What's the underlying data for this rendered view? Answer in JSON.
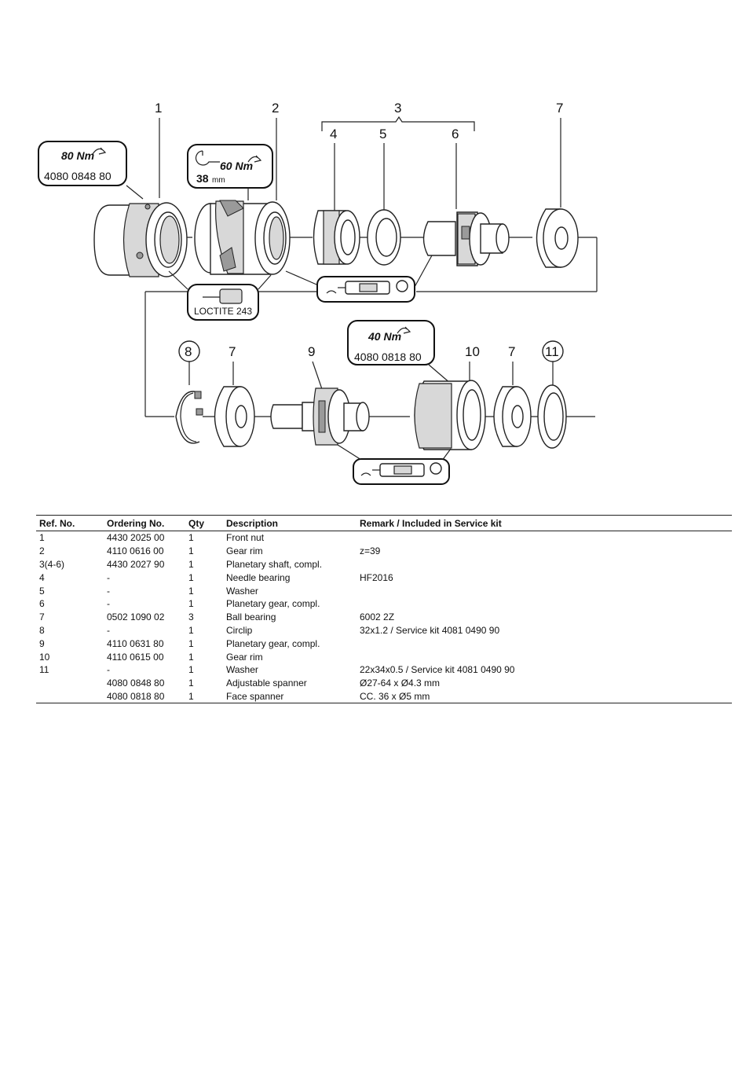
{
  "callouts": {
    "n1": "1",
    "n2": "2",
    "n3": "3",
    "n4": "4",
    "n5": "5",
    "n6": "6",
    "n7a": "7",
    "n8": "8",
    "n7b": "7",
    "n9": "9",
    "n10": "10",
    "n7c": "7",
    "n11": "11"
  },
  "torque_boxes": {
    "a": {
      "torque": "80 Nm",
      "tool": "4080 0848 80"
    },
    "b": {
      "torque": "60 Nm",
      "size": "38",
      "unit": "mm"
    },
    "c": {
      "torque": "40 Nm",
      "tool": "4080 0818 80"
    }
  },
  "loctite": {
    "label": "LOCTITE 243"
  },
  "colors": {
    "line": "#222222",
    "shade": "#d8d8d8",
    "table_rule": "#222222"
  },
  "icons": [
    "wrench-icon",
    "rotation-arrow-icon",
    "grease-gun-icon",
    "loctite-bottle-icon"
  ],
  "table": {
    "headers": [
      "Ref. No.",
      "Ordering No.",
      "Qty",
      "Description",
      "Remark / Included in Service kit"
    ],
    "rows": [
      [
        "1",
        "4430 2025 00",
        "1",
        "Front nut",
        ""
      ],
      [
        "2",
        "4110 0616 00",
        "1",
        "Gear rim",
        "z=39"
      ],
      [
        "3(4-6)",
        "4430 2027 90",
        "1",
        "Planetary shaft, compl.",
        ""
      ],
      [
        "4",
        "-",
        "1",
        "Needle bearing",
        "HF2016"
      ],
      [
        "5",
        "-",
        "1",
        "Washer",
        ""
      ],
      [
        "6",
        "-",
        "1",
        "Planetary gear, compl.",
        ""
      ],
      [
        "7",
        "0502 1090 02",
        "3",
        "Ball bearing",
        "6002 2Z"
      ],
      [
        "8",
        "-",
        "1",
        "Circlip",
        "32x1.2 / Service kit 4081 0490 90"
      ],
      [
        "9",
        "4110 0631 80",
        "1",
        "Planetary gear, compl.",
        ""
      ],
      [
        "10",
        "4110 0615 00",
        "1",
        "Gear rim",
        ""
      ],
      [
        "11",
        "-",
        "1",
        "Washer",
        "22x34x0.5 / Service kit 4081 0490 90"
      ],
      [
        "",
        "4080 0848 80",
        "1",
        "Adjustable spanner",
        "Ø27-64 x Ø4.3 mm"
      ],
      [
        "",
        "4080 0818 80",
        "1",
        "Face spanner",
        "CC. 36 x Ø5 mm"
      ]
    ]
  }
}
